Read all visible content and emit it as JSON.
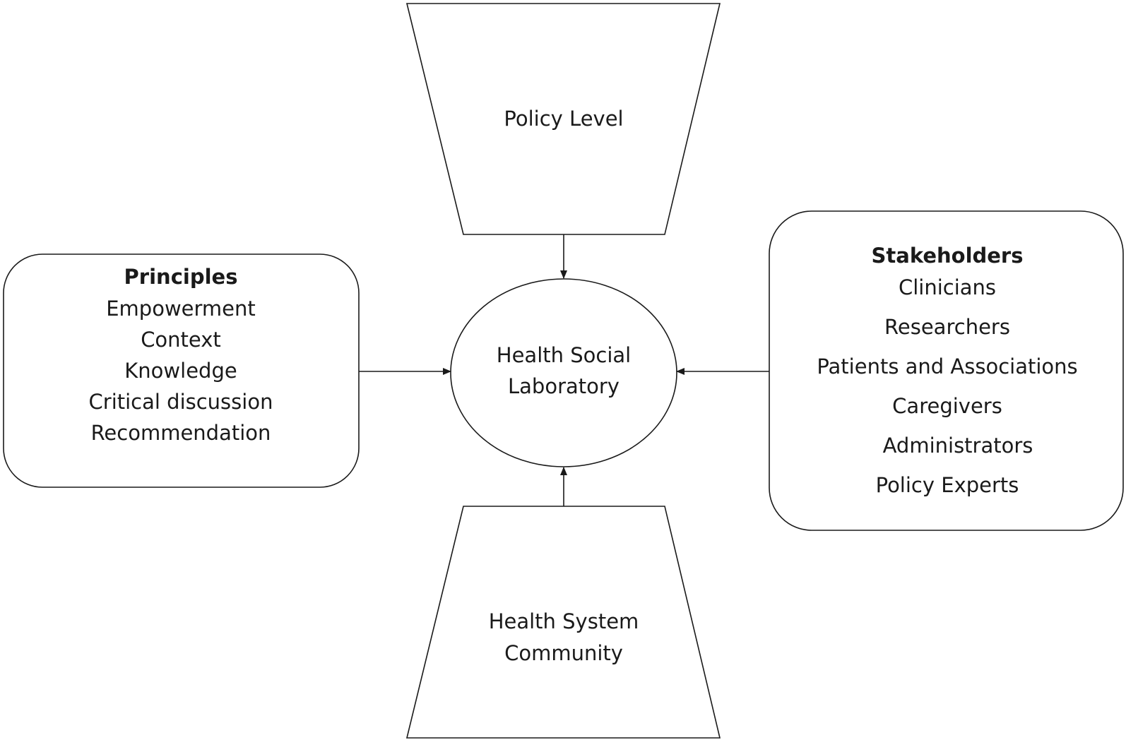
{
  "policy_level": {
    "label": "Policy Level"
  },
  "center": {
    "line1": "Health Social",
    "line2": "Laboratory"
  },
  "principles": {
    "title": "Principles",
    "items": [
      "Empowerment",
      "Context",
      "Knowledge",
      "Critical discussion",
      "Recommendation"
    ]
  },
  "stakeholders": {
    "title": "Stakeholders",
    "items": [
      "Clinicians",
      "Researchers",
      "Patients and Associations",
      "Caregivers",
      "Administrators",
      "Policy Experts"
    ]
  },
  "health_system": {
    "line1": "Health System",
    "line2": "Community"
  },
  "colors": {
    "stroke": "#1a1a1a",
    "background": "#ffffff"
  }
}
